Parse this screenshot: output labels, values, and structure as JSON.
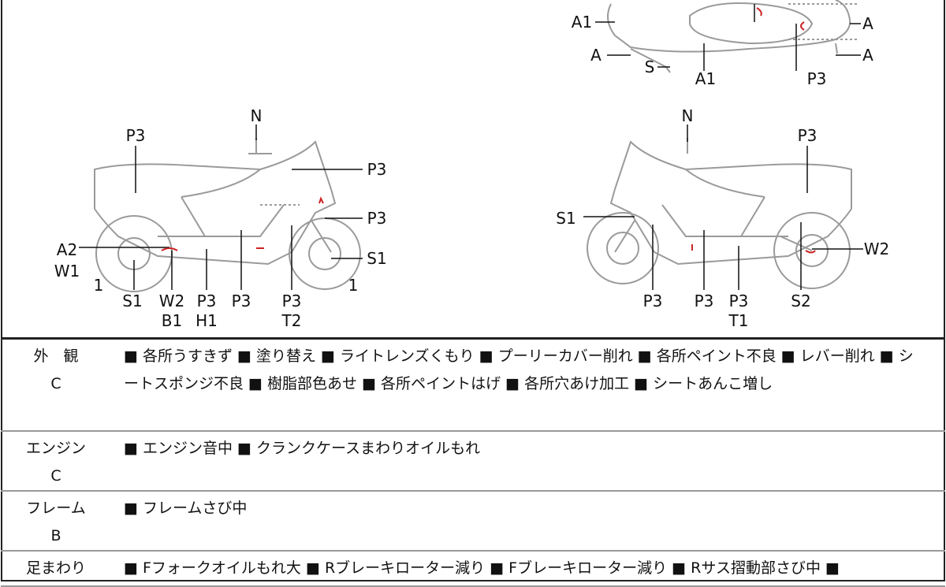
{
  "diagram": {
    "top_view": {
      "labels": [
        "A1",
        "A",
        "A",
        "A",
        "S",
        "A1",
        "P3"
      ]
    },
    "left_view": {
      "labels": [
        "P3",
        "N",
        "P3",
        "P3",
        "A2",
        "W1",
        "S1",
        "1",
        "1",
        "S1",
        "W2",
        "B1",
        "P3",
        "H1",
        "P3",
        "P3",
        "T2"
      ]
    },
    "right_view": {
      "labels": [
        "N",
        "P3",
        "S1",
        "W2",
        "P3",
        "P3",
        "P3",
        "T1",
        "S2"
      ]
    }
  },
  "colors": {
    "line": "#9a9a9a",
    "mark": "#cc2222",
    "border": "#222222"
  },
  "table": [
    {
      "category": "外　観",
      "grade": "C",
      "text": "■ 各所うすきず ■ 塗り替え ■ ライトレンズくもり ■ プーリーカバー削れ ■ 各所ペイント不良 ■ レバー削れ ■ シートスポンジ不良 ■ 樹脂部色あせ ■ 各所ペイントはげ ■ 各所穴あけ加工 ■ シートあんこ増し"
    },
    {
      "category": "エンジン",
      "grade": "C",
      "text": "■ エンジン音中 ■ クランクケースまわりオイルもれ"
    },
    {
      "category": "フレーム",
      "grade": "B",
      "text": "■ フレームさび中"
    },
    {
      "category": "足まわり",
      "grade": "",
      "text": "■ Fフォークオイルもれ大 ■ Rブレーキローター減り ■ Fブレーキローター減り ■ Rサス摺動部さび中 ■"
    }
  ]
}
